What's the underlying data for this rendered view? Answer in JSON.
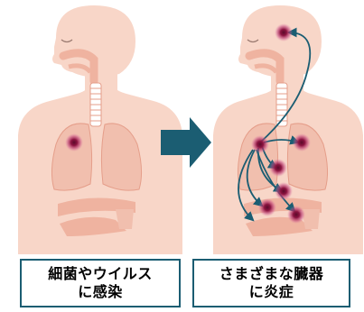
{
  "captions": {
    "left": {
      "line1": "細菌やウイルス",
      "line2": "に感染"
    },
    "right": {
      "line1": "さまざまな臓器",
      "line2": "に炎症"
    }
  },
  "colors": {
    "skin": "#f8d6c8",
    "skin_dark": "#f1bfae",
    "organ": "#efb3a0",
    "organ_line": "#e59e8a",
    "infection_core": "#7a1035",
    "infection_glow": "#b8306a",
    "arrow": "#1b5d72",
    "border": "#1b5d72"
  },
  "icons": [
    "infection-spot-icon",
    "right-arrow-icon",
    "spread-arrow-icon"
  ]
}
